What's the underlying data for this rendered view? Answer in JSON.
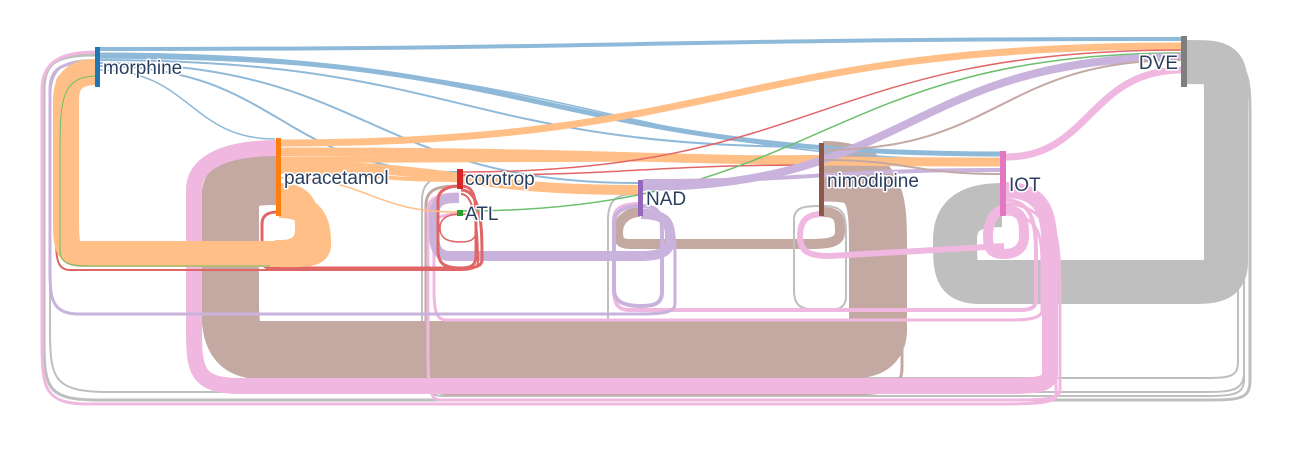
{
  "chart_data": {
    "type": "sankey",
    "nodes": [
      {
        "id": "morphine",
        "label": "morphine",
        "color": "#1f77b4"
      },
      {
        "id": "paracetamol",
        "label": "paracetamol",
        "color": "#ff7f0e"
      },
      {
        "id": "corotrop",
        "label": "corotrop",
        "color": "#d62728"
      },
      {
        "id": "ATL",
        "label": "ATL",
        "color": "#2ca02c"
      },
      {
        "id": "NAD",
        "label": "NAD",
        "color": "#9467bd"
      },
      {
        "id": "nimodipine",
        "label": "nimodipine",
        "color": "#8c564b"
      },
      {
        "id": "IOT",
        "label": "IOT",
        "color": "#e377c2"
      },
      {
        "id": "DVE",
        "label": "DVE",
        "color": "#7f7f7f"
      }
    ],
    "link_colors": {
      "morphine": "#8fb9d9",
      "paracetamol": "#ffbf87",
      "corotrop": "#e06666",
      "ATL": "#6cbf6c",
      "NAD": "#c9b3dd",
      "nimodipine": "#c4a9a3",
      "IOT": "#f0b8e0",
      "DVE": "#bfbfbf"
    }
  }
}
